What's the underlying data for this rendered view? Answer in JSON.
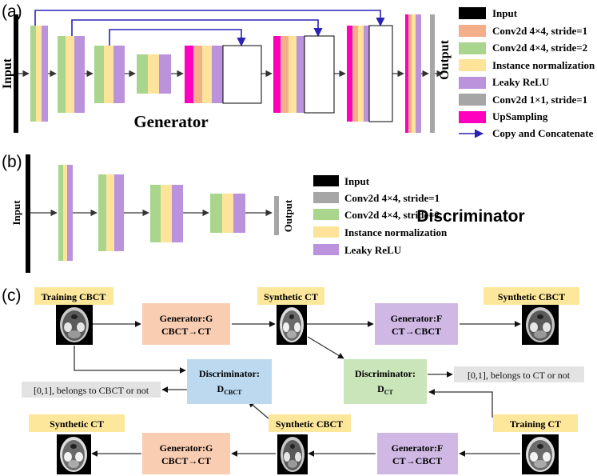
{
  "colors": {
    "input": "#000000",
    "conv1": "#f5ae8a",
    "conv2": "#a9d68c",
    "instance_norm": "#fde49a",
    "leaky_relu": "#bb92dc",
    "conv11": "#a6a6a6",
    "upsampling": "#ff00bf",
    "arrow_blue": "#2a22b5",
    "box_orange": "#f9cdb2",
    "box_purple": "#cfb8e4",
    "box_blue": "#bcd9ef",
    "box_green": "#c9e5b9",
    "box_yellow": "#fde79b",
    "box_gray": "#e3e3e3"
  },
  "panel_a": {
    "label": "(a)",
    "title": "Generator",
    "input_label": "Input",
    "output_label": "Output",
    "legend": [
      {
        "label": "Input",
        "color_key": "input"
      },
      {
        "label": "Conv2d 4×4, stride=1",
        "color_key": "conv1"
      },
      {
        "label": "Conv2d 4×4, stride=2",
        "color_key": "conv2"
      },
      {
        "label": "Instance normalization",
        "color_key": "instance_norm"
      },
      {
        "label": "Leaky ReLU",
        "color_key": "leaky_relu"
      },
      {
        "label": "Conv2d 1×1, stride=1",
        "color_key": "conv11"
      },
      {
        "label": "UpSampling",
        "color_key": "upsampling"
      },
      {
        "label": "Copy and Concatenate",
        "icon": "blue-arrow-icon"
      }
    ]
  },
  "panel_b": {
    "label": "(b)",
    "title": "Discriminator",
    "input_label": "Input",
    "output_label": "Output",
    "legend": [
      {
        "label": "Input",
        "color_key": "input"
      },
      {
        "label": "Conv2d 4×4, stride=1",
        "color_key": "conv11"
      },
      {
        "label": "Conv2d 4×4, stride=2",
        "color_key": "conv2"
      },
      {
        "label": "Instance normalization",
        "color_key": "instance_norm"
      },
      {
        "label": "Leaky ReLU",
        "color_key": "leaky_relu"
      }
    ]
  },
  "panel_c": {
    "label": "(c)",
    "training_cbct": "Training CBCT",
    "synthetic_ct_top": "Synthetic CT",
    "synthetic_cbct_top": "Synthetic CBCT",
    "gen_g_top": [
      "Generator:G",
      "CBCT→CT"
    ],
    "gen_f_top": [
      "Generator:F",
      "CT→CBCT"
    ],
    "disc_cbct": [
      "Discriminator:",
      "D",
      "CBCT"
    ],
    "disc_ct": [
      "Discriminator:",
      "D",
      "CT"
    ],
    "out_cbct": "[0,1], belongs to CBCT or not",
    "out_ct": "[0,1], belongs to CT or not",
    "synthetic_ct_bottom": "Synthetic CT",
    "synthetic_cbct_bottom": "Synthetic CBCT",
    "training_ct": "Training CT",
    "gen_g_bottom": [
      "Generator:G",
      "CBCT→CT"
    ],
    "gen_f_bottom": [
      "Generator:F",
      "CT→CBCT"
    ],
    "ct_image_icon": "ct-scan-icon"
  }
}
